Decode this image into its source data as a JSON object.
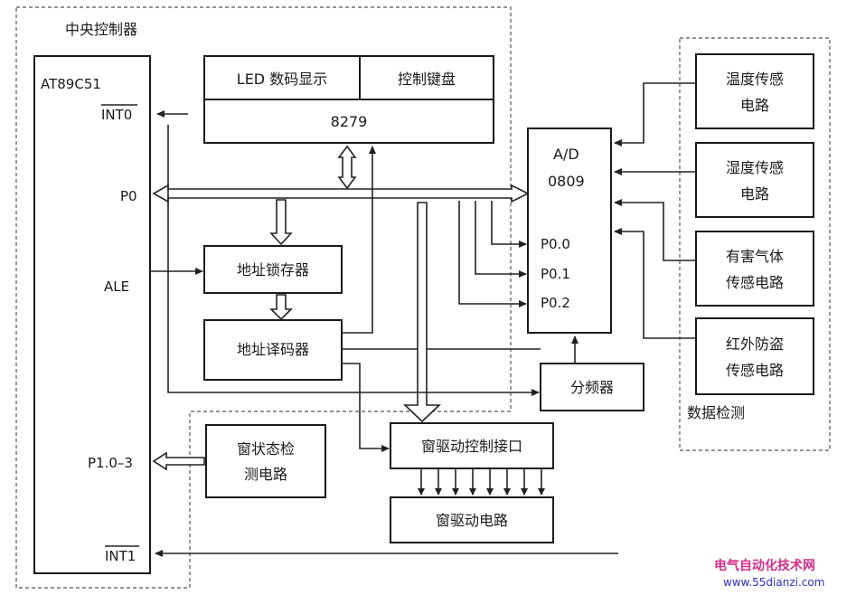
{
  "central_label": "中央控制器",
  "mcu": {
    "name": "AT89C51",
    "pins": {
      "int0": "INT0",
      "p0": "P0",
      "ale": "ALE",
      "p1": "P1.0–3",
      "int1": "INT1"
    }
  },
  "blocks": {
    "led_display": "LED 数码显示",
    "control_keyboard": "控制键盘",
    "chip_8279": "8279",
    "address_latch": "地址锁存器",
    "address_decoder": "地址译码器",
    "window_status_line1": "窗状态检",
    "window_status_line2": "测电路",
    "window_drive_interface": "窗驱动控制接口",
    "window_drive_circuit": "窗驱动电路",
    "frequency_divider": "分频器"
  },
  "adc": {
    "name_line1": "A/D",
    "name_line2": "0809",
    "pins": [
      "P0.0",
      "P0.1",
      "P0.2"
    ]
  },
  "sensors": {
    "temperature": [
      "温度传感",
      "电路"
    ],
    "humidity": [
      "湿度传感",
      "电路"
    ],
    "harmful_gas": [
      "有害气体",
      "传感电路"
    ],
    "infrared": [
      "红外防盗",
      "传感电路"
    ]
  },
  "data_detection_label": "数据检测",
  "watermark": {
    "title": "电气自动化技术网",
    "url": "www.55dianzi.com"
  },
  "colors": {
    "watermark_title": "#d22f8a",
    "watermark_url": "#2a2fc8",
    "ink": "#1a1a1a"
  }
}
